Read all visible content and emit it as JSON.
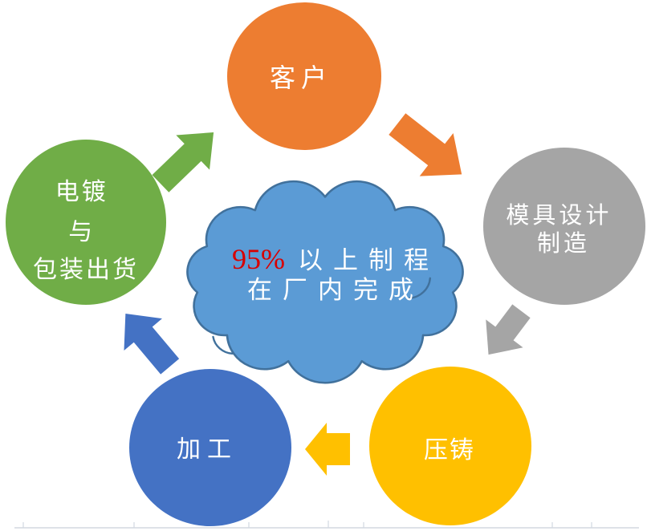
{
  "diagram": {
    "background": "#FFFFFF",
    "cloud": {
      "highlight": "95%",
      "line1_rest": "以上制程",
      "line2": "在厂内完成",
      "fill": "#5B9BD5",
      "stroke": "#41719C",
      "highlight_color": "#D80000",
      "text_color": "#FFFFFF"
    },
    "nodes": [
      {
        "id": "customer",
        "lines": [
          "客户"
        ],
        "color": "#ED7D31"
      },
      {
        "id": "mold-design",
        "lines": [
          "模具设计",
          "制造"
        ],
        "color": "#A5A5A5"
      },
      {
        "id": "die-casting",
        "lines": [
          "压铸"
        ],
        "color": "#FFC000"
      },
      {
        "id": "machining",
        "lines": [
          "加工"
        ],
        "color": "#4472C4"
      },
      {
        "id": "plating-packing",
        "lines": [
          "电镀",
          "与",
          "包装出货"
        ],
        "color": "#70AD47"
      }
    ],
    "arrows": [
      {
        "id": "customer-to-mold",
        "color": "#ED7D31"
      },
      {
        "id": "mold-to-diecasting",
        "color": "#A5A5A5"
      },
      {
        "id": "diecasting-to-machining",
        "color": "#FFC000"
      },
      {
        "id": "machining-to-plating",
        "color": "#4472C4"
      },
      {
        "id": "plating-to-customer",
        "color": "#70AD47"
      }
    ],
    "label_color": "#FFFFFF"
  }
}
